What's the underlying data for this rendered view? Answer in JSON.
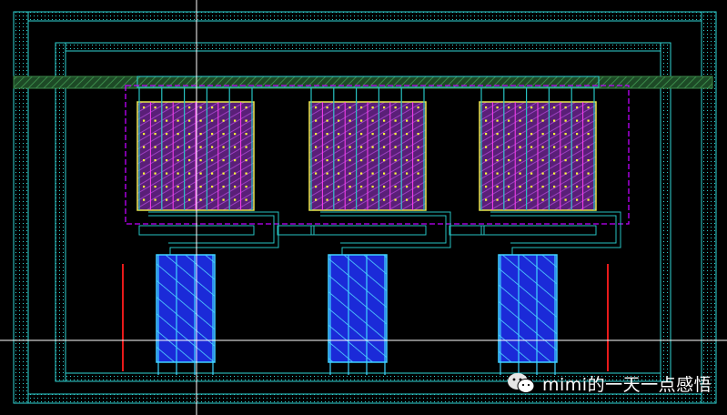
{
  "view": {
    "background": "#000000"
  },
  "colors": {
    "ring": "#2fd3d3",
    "poly": "#8b2aa0",
    "poly_stripe": "#ff3df0",
    "active_border": "#e8e84a",
    "contact": "#ffff3a",
    "metal1": "#26c2c2",
    "nwell_boundary": "#c000ff",
    "nmos_fill": "#1b2ad8",
    "nmos_border": "#3fd4ff",
    "nmos_stripe": "#40e0ff",
    "green_layer": "#2e6e3a",
    "red_line": "#e81a1a",
    "crosshair": "#ffffff"
  },
  "layout_elements": {
    "guard_ring_outer": "guard-ring-outer",
    "guard_ring_inner": "guard-ring-inner",
    "pmos_devices": [
      "pmos-1",
      "pmos-2",
      "pmos-3"
    ],
    "nmos_devices": [
      "nmos-1",
      "nmos-2",
      "nmos-3"
    ]
  },
  "watermark": {
    "icon": "wechat-icon",
    "text": "mimi的一天一点感悟"
  }
}
